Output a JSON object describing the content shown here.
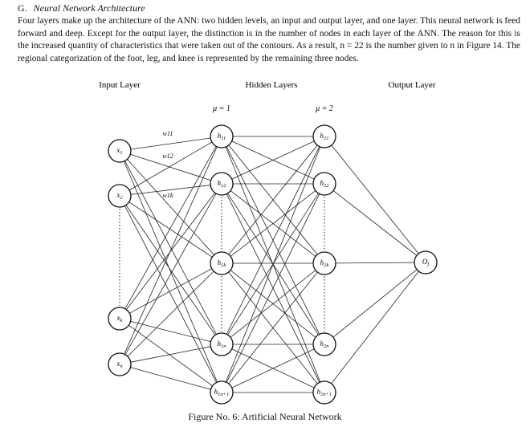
{
  "section": {
    "letter": "G.",
    "title": "Neural Network Architecture",
    "paragraph": "Four layers make up the architecture of the ANN: two hidden levels, an input and output layer, and one layer. This neural network is feed forward and deep. Except for the output layer, the distinction is in the number of nodes in each layer of the ANN. The reason for this is the increased quantity of characteristics that were taken out of the contours. As a result, n = 22 is the number given to n in Figure 14. The regional categorization of the foot, leg, and knee is represented by the remaining three nodes."
  },
  "figure": {
    "caption": "Figure No. 6: Artificial Neural Network",
    "layer_headers": {
      "input": "Input Layer",
      "hidden": "Hidden Layers",
      "output": "Output Layer"
    },
    "mu_labels": [
      "μ = 1",
      "μ = 2"
    ],
    "input_nodes": [
      "x1",
      "x2",
      "xk",
      "xn"
    ],
    "hidden1_nodes": [
      "h11",
      "h12",
      "h1k",
      "h1n",
      "h1n+1"
    ],
    "hidden2_nodes": [
      "h21",
      "h22",
      "h2k",
      "h2n",
      "h2n+1"
    ],
    "output_node": "Of",
    "weight_labels": [
      "w11",
      "w12",
      "w1k"
    ]
  }
}
